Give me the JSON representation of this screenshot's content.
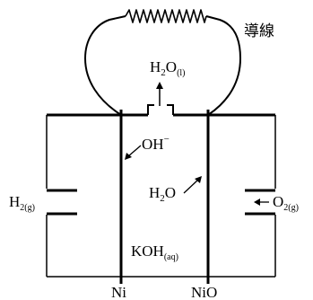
{
  "wire_label": "導線",
  "product": {
    "base": "H",
    "sub1": "2",
    "mid": "O",
    "sub2": "(l)"
  },
  "hydroxide": {
    "base": "OH",
    "sup": "−"
  },
  "water": {
    "base": "H",
    "sub": "2",
    "tail": "O"
  },
  "hydrogen_gas": {
    "base": "H",
    "sub": "2(g)"
  },
  "oxygen_gas": {
    "base": "O",
    "sub": "2(g)"
  },
  "electrolyte": {
    "base": "KOH",
    "sub": "(aq)"
  },
  "anode_label": "Ni",
  "cathode_label": "NiO"
}
